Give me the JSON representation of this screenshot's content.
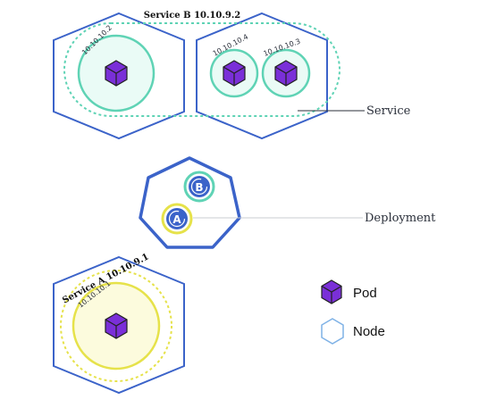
{
  "service_b": {
    "label": "Service B 10.10.9.2"
  },
  "service_a": {
    "label": "Service A 10.10.9.1"
  },
  "pods": [
    {
      "ip": "10.10.10.2"
    },
    {
      "ip": "10.10.10.4"
    },
    {
      "ip": "10.10.10.3"
    },
    {
      "ip": "10.10.10.1"
    }
  ],
  "deployment": {
    "replica_b": "B",
    "replica_a": "A"
  },
  "callouts": {
    "service": "Service",
    "deployment": "Deployment"
  },
  "legend": {
    "pod": "Pod",
    "node": "Node"
  },
  "colors": {
    "node": "#3b63c9",
    "pod": "#7a2fd8",
    "service_b": "#5fd3b5",
    "service_a": "#e6e24a"
  }
}
